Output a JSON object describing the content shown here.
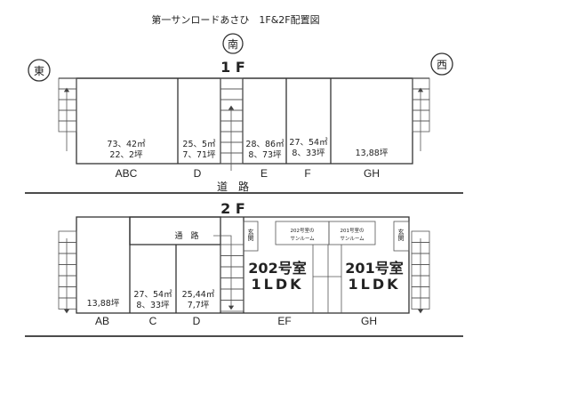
{
  "title": "第一サンロードあさひ　1F&2F配置図",
  "compass": {
    "south": "南",
    "east": "東",
    "west": "西"
  },
  "floor1": {
    "label": "1 F",
    "road": "道　路",
    "units": [
      {
        "name": "ABC",
        "area_m2": "73、42㎡",
        "area_tsubo": "22、2坪"
      },
      {
        "name": "D",
        "area_m2": "25、5㎡",
        "area_tsubo": "7、71坪"
      },
      {
        "name": "E",
        "area_m2": "28、86㎡",
        "area_tsubo": "8、73坪"
      },
      {
        "name": "F",
        "area_m2": "27、54㎡",
        "area_tsubo": "8、33坪"
      },
      {
        "name": "GH",
        "area_tsubo": "13,88坪"
      }
    ]
  },
  "floor2": {
    "label": "2 F",
    "corridor": "通　路",
    "entrance": "玄関",
    "sunroom_202": "202号室の\nサンルーム",
    "sunroom_202_l1": "202号室の",
    "sunroom_201_l1": "201号室の",
    "sunroom_l2": "サンルーム",
    "units": [
      {
        "name": "AB",
        "area_tsubo": "13,88坪"
      },
      {
        "name": "C",
        "area_m2": "27、54㎡",
        "area_tsubo": "8、33坪"
      },
      {
        "name": "D",
        "area_m2": "25,44㎡",
        "area_tsubo": "7,7坪"
      },
      {
        "name": "EF",
        "room": "202号室",
        "type": "1LDK"
      },
      {
        "name": "GH",
        "room": "201号室",
        "type": "1LDK"
      }
    ]
  }
}
